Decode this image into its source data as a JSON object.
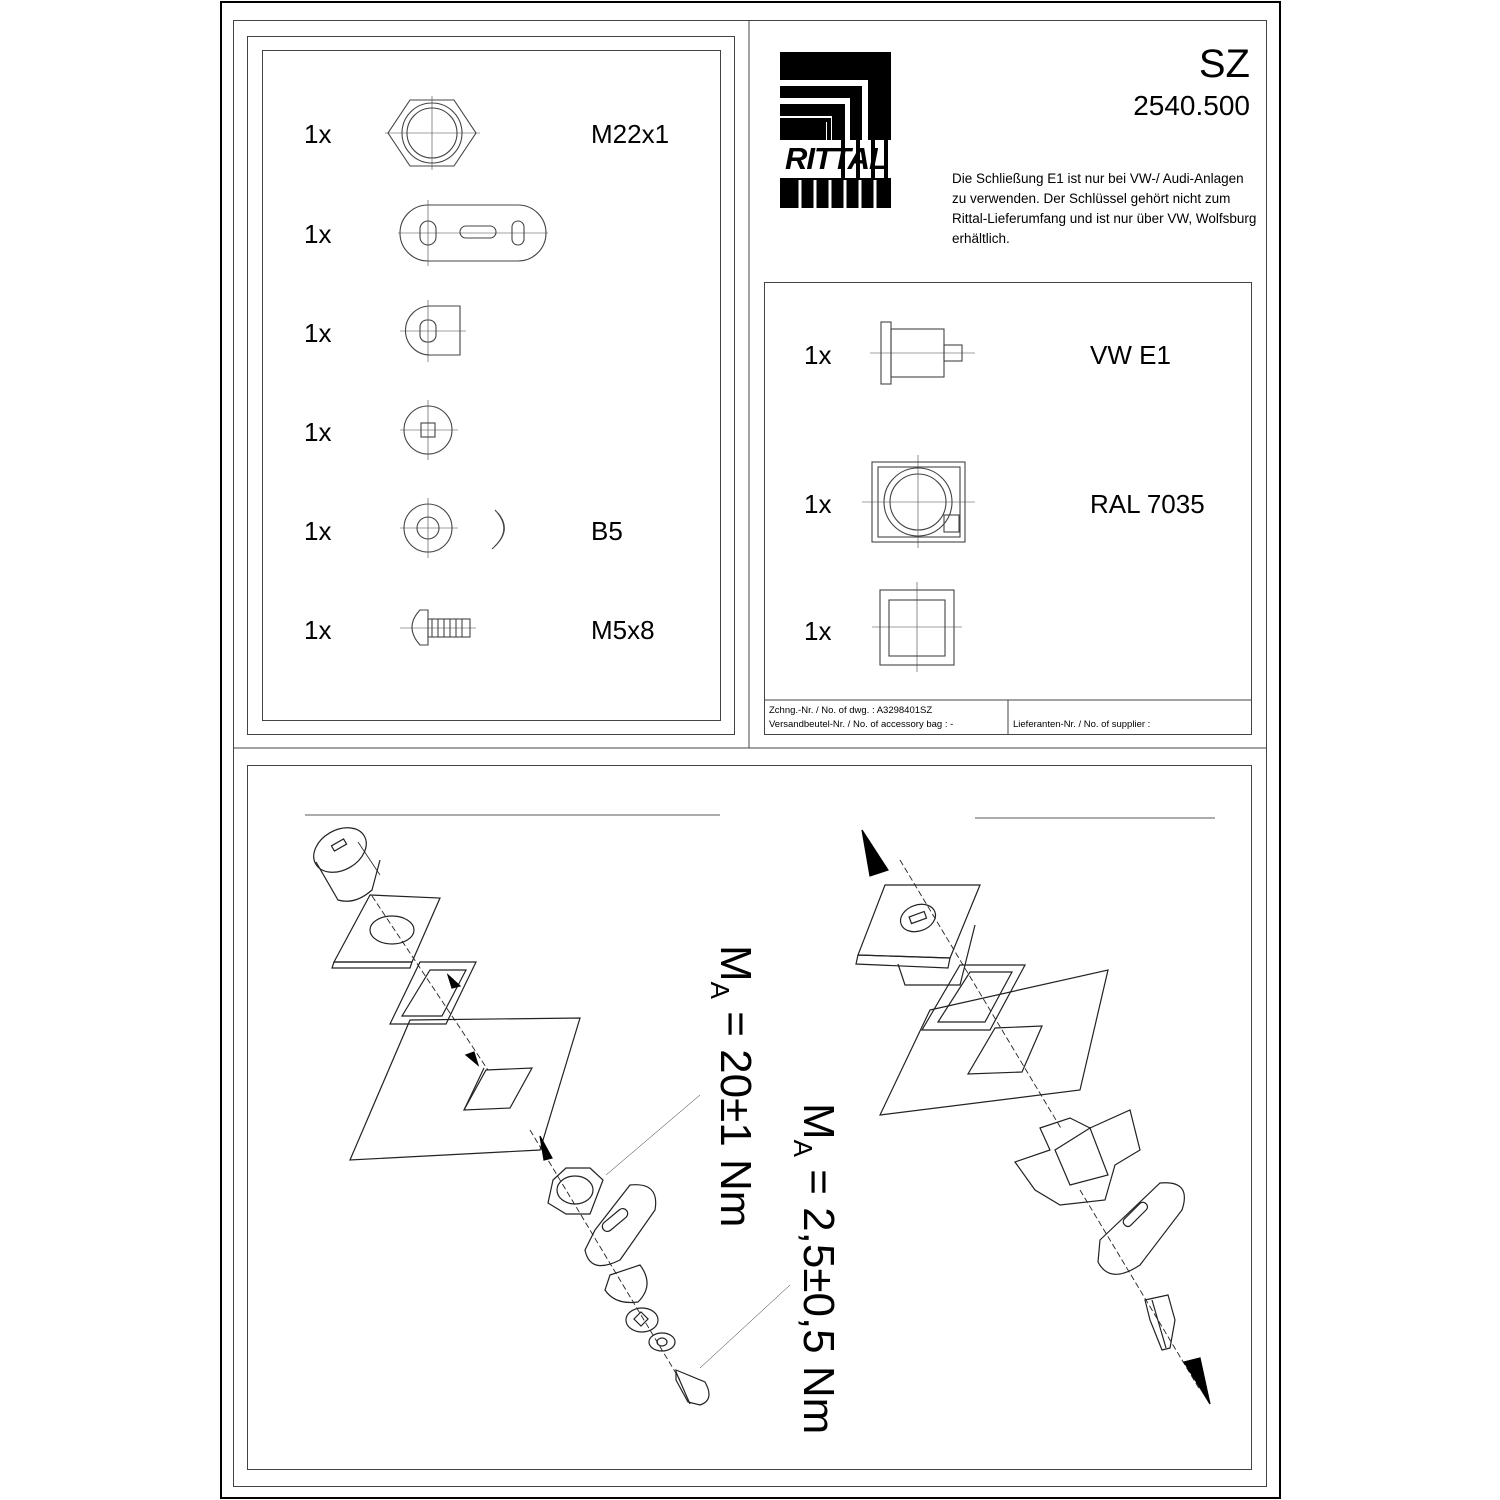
{
  "header": {
    "brand": "RITTAL",
    "product_code": "SZ",
    "article_number": "2540.500"
  },
  "note": "Die Schließung E1 ist nur bei VW-/ Audi-Anlagen zu verwenden. Der Schlüssel gehört nicht zum Rittal-Lieferumfang und ist nur über VW, Wolfsburg erhältlich.",
  "parts_left": [
    {
      "qty": "1x",
      "icon": "hex-nut-icon",
      "spec": "M22x1"
    },
    {
      "qty": "1x",
      "icon": "locking-cam-icon",
      "spec": ""
    },
    {
      "qty": "1x",
      "icon": "d-washer-icon",
      "spec": ""
    },
    {
      "qty": "1x",
      "icon": "square-hole-washer-icon",
      "spec": ""
    },
    {
      "qty": "1x",
      "icon": "spring-washer-icon",
      "spec": "B5"
    },
    {
      "qty": "1x",
      "icon": "screw-icon",
      "spec": "M5x8"
    }
  ],
  "parts_right": [
    {
      "qty": "1x",
      "icon": "lock-insert-icon",
      "spec": "VW E1"
    },
    {
      "qty": "1x",
      "icon": "cover-plate-icon",
      "spec": "RAL 7035"
    },
    {
      "qty": "1x",
      "icon": "square-seal-icon",
      "spec": ""
    }
  ],
  "drawing_info": {
    "drawing_no": "Zchng.-Nr. / No. of dwg. : A3298401SZ",
    "bag_no": "Versandbeutel-Nr. / No. of accessory bag : -",
    "supplier_no": "Lieferanten-Nr. / No. of supplier :"
  },
  "torque": {
    "symbol": "M",
    "subscript": "A",
    "nut_value": "= 20±1 Nm",
    "screw_value": "= 2,5±0,5 Nm"
  }
}
